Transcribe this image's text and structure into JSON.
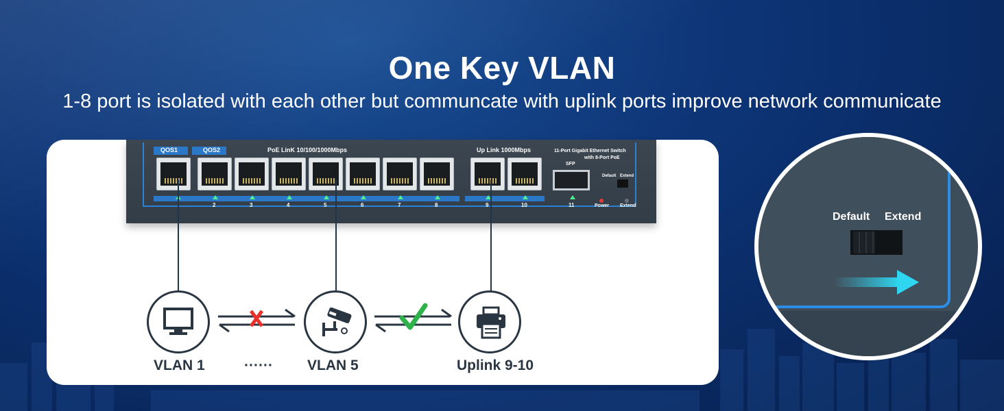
{
  "header": {
    "title": "One Key VLAN",
    "subtitle": "1-8 port is isolated with each other but communcate with uplink ports improve network communicate"
  },
  "device": {
    "qos1": "QOS1",
    "qos2": "QOS2",
    "poe_link": "PoE LinK  10/100/1000Mbps",
    "uplink": "Up Link  1000Mbps",
    "model_line1": "11-Port Gigabit Ethernet Switch",
    "model_line2": "with 8-Port PoE",
    "sfp": "SFP",
    "default": "Default",
    "extend": "Extend",
    "power": "Power",
    "extend_led": "Extend",
    "port_numbers": [
      "2",
      "3",
      "4",
      "5",
      "6",
      "7",
      "8",
      "9",
      "10",
      "11"
    ]
  },
  "diagram": {
    "vlan1": "VLAN 1",
    "dots": "······",
    "vlan5": "VLAN 5",
    "uplink": "Uplink 9-10"
  },
  "zoom": {
    "default": "Default",
    "extend": "Extend"
  },
  "colors": {
    "accent_blue": "#2b78c9",
    "cross_red": "#e8312a",
    "check_green": "#2fb24a",
    "arrow_cyan": "#2fd6f0"
  }
}
